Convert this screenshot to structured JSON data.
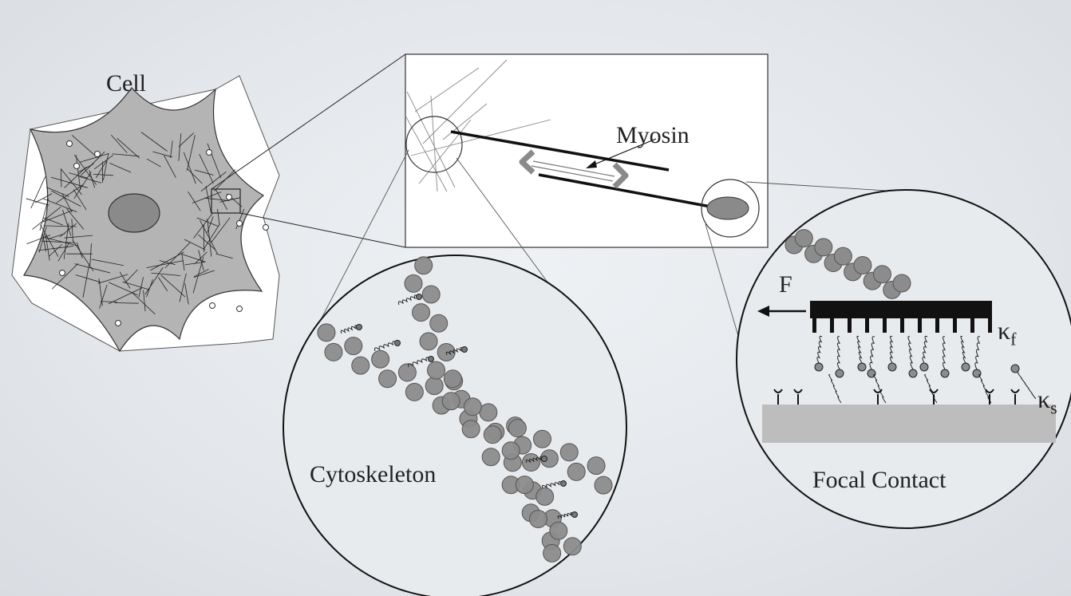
{
  "labels": {
    "cell": "Cell",
    "myosin": "Myosin",
    "cytoskeleton": "Cytoskeleton",
    "focal_contact": "Focal Contact",
    "force": "F",
    "kappa_f_base": "κ",
    "kappa_f_sub": "f",
    "kappa_s_base": "κ",
    "kappa_s_sub": "s"
  },
  "colors": {
    "background": "#e3e7eb",
    "cell_body": "#b4b4b4",
    "nucleus": "#8a8a8a",
    "bead": "#8c8c8c",
    "substrate": "#bdbdbd",
    "line": "#222222"
  }
}
